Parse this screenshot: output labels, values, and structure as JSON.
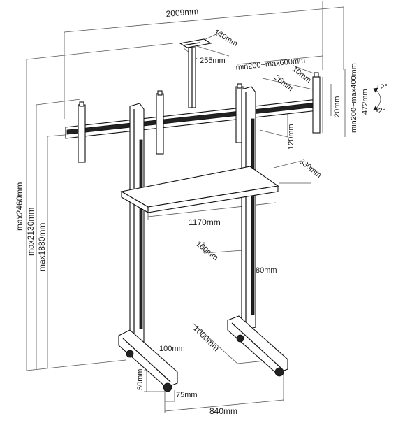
{
  "labels": {
    "overall_width": "2009mm",
    "pole_plate_depth": "140mm",
    "pole_plate_width": "255mm",
    "vesa_horizontal": "min200~max600mm",
    "bracket_width": "10mm",
    "bracket_height": "25mm",
    "bracket_tilt_range": "20mm",
    "vesa_vertical": "min200~max400mm",
    "bracket_total_height": "472mm",
    "tilt_up": "+2°",
    "tilt_down": "-2°",
    "crossbar_height": "120mm",
    "shelf_depth": "330mm",
    "shelf_width": "1170mm",
    "column_depth": "160mm",
    "column_width": "80mm",
    "base_length": "1000mm",
    "caster_offset": "100mm",
    "base_height": "50mm",
    "foot_width": "75mm",
    "base_span": "840mm",
    "max_height": "max2460mm",
    "mid_height": "max2130mm",
    "low_height": "max1880mm"
  }
}
